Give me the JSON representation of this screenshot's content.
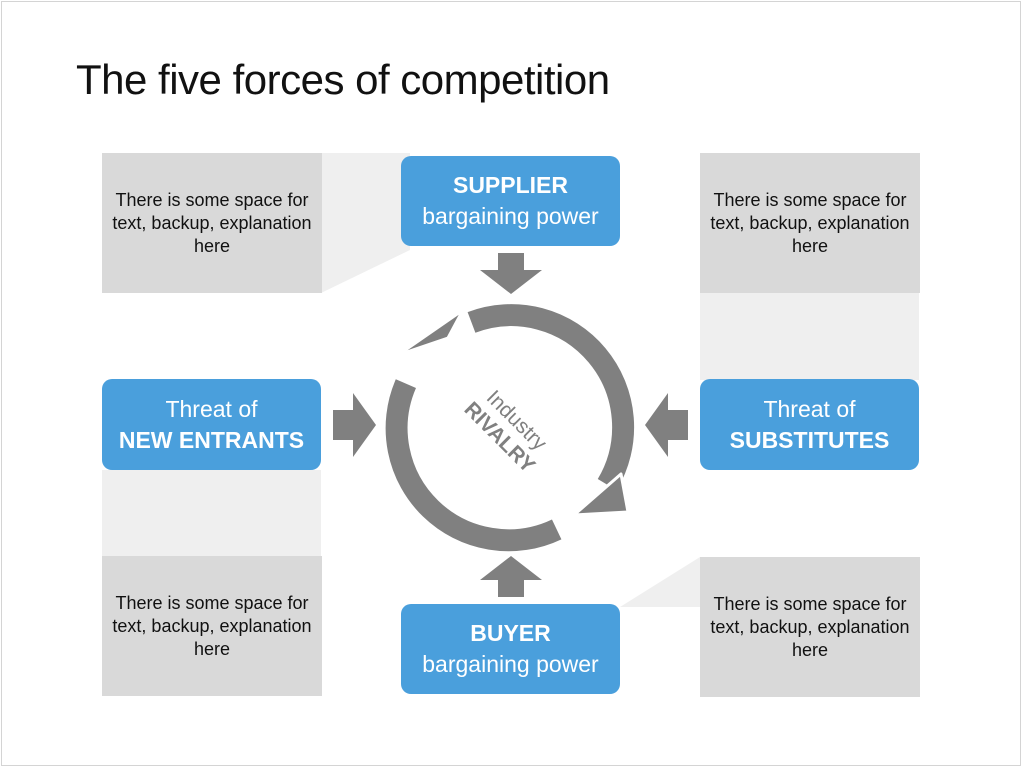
{
  "title": "The five forces of competition",
  "notes": {
    "top_left": "There is some space for text, backup, explanation here",
    "top_right": "There is some space for text, backup, explanation here",
    "bottom_left": "There is some space for text, backup, explanation here",
    "bottom_right": "There is some space for text, backup, explanation here"
  },
  "forces": {
    "supplier": {
      "line1": "SUPPLIER",
      "line2": "bargaining power"
    },
    "buyer": {
      "line1": "BUYER",
      "line2": "bargaining power"
    },
    "new_entrants": {
      "line1": "Threat of",
      "line2": "NEW ENTRANTS"
    },
    "substitutes": {
      "line1": "Threat of",
      "line2": "SUBSTITUTES"
    }
  },
  "center": {
    "line1": "Industry",
    "line2": "RIVALRY"
  },
  "colors": {
    "accent": "#4a9fdc",
    "arrow": "#808080",
    "note_bg": "#d9d9d9",
    "connector": "#efefef"
  }
}
